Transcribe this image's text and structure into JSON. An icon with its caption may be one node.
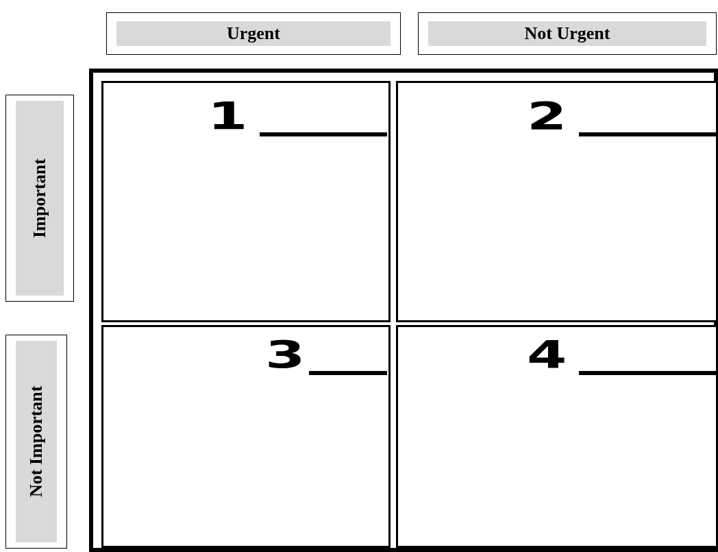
{
  "diagram": {
    "nodes": [
      {
        "text": [
          "Urgent"
        ]
      },
      {
        "text": [
          "Not Urgent"
        ]
      },
      {
        "text": [],
        "shape": "box"
      },
      {
        "text": [
          "Important"
        ]
      },
      {
        "text": [
          "1"
        ],
        "in": 2
      },
      {
        "text": [
          "2"
        ],
        "in": 2
      },
      {
        "text": [
          "Not Important"
        ]
      },
      {
        "text": [
          "3"
        ],
        "in": 2
      },
      {
        "text": [
          "4"
        ],
        "in": 2
      }
    ]
  }
}
